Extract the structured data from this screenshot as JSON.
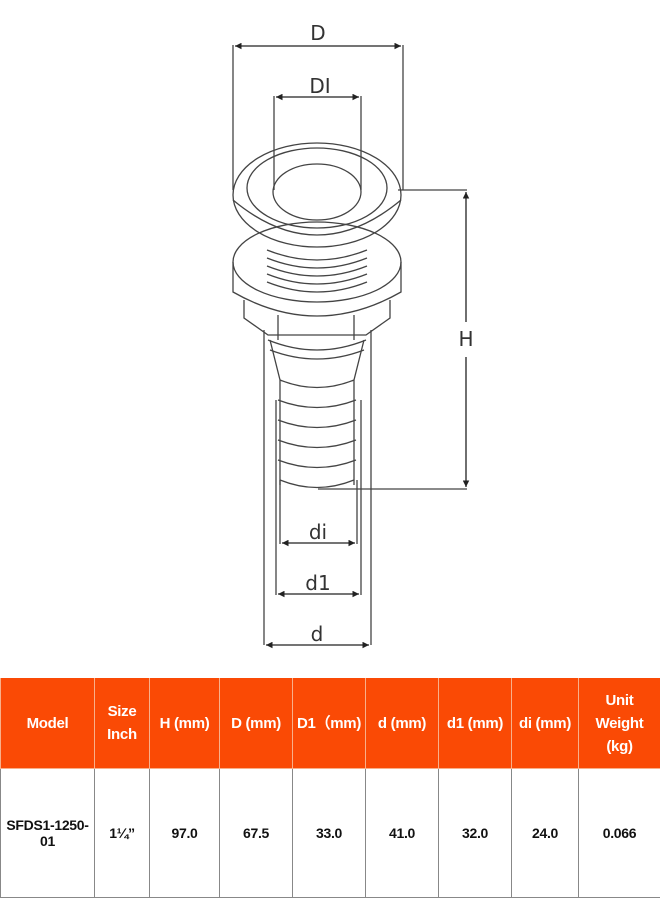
{
  "drawing": {
    "labels": {
      "D": "D",
      "DI": "DI",
      "H": "H",
      "di": "di",
      "d1": "d1",
      "d": "d"
    },
    "line_color": "#333333"
  },
  "table": {
    "header_color": "#fa4a05",
    "columns": [
      {
        "line1": "Model",
        "line2": ""
      },
      {
        "line1": "Size",
        "line2": "Inch"
      },
      {
        "line1": "H (mm)",
        "line2": ""
      },
      {
        "line1": "D (mm)",
        "line2": ""
      },
      {
        "line1": "D1（mm)",
        "line2": ""
      },
      {
        "line1": "d (mm)",
        "line2": ""
      },
      {
        "line1": "d1 (mm)",
        "line2": ""
      },
      {
        "line1": "di (mm)",
        "line2": ""
      },
      {
        "line1": "Unit Weight",
        "line2": "(kg)"
      }
    ],
    "rows": [
      {
        "model": "SFDS1-1250-01",
        "size": "1¼’’",
        "H": "97.0",
        "D": "67.5",
        "D1": "33.0",
        "d": "41.0",
        "d1": "32.0",
        "di": "24.0",
        "weight": "0.066"
      }
    ]
  }
}
